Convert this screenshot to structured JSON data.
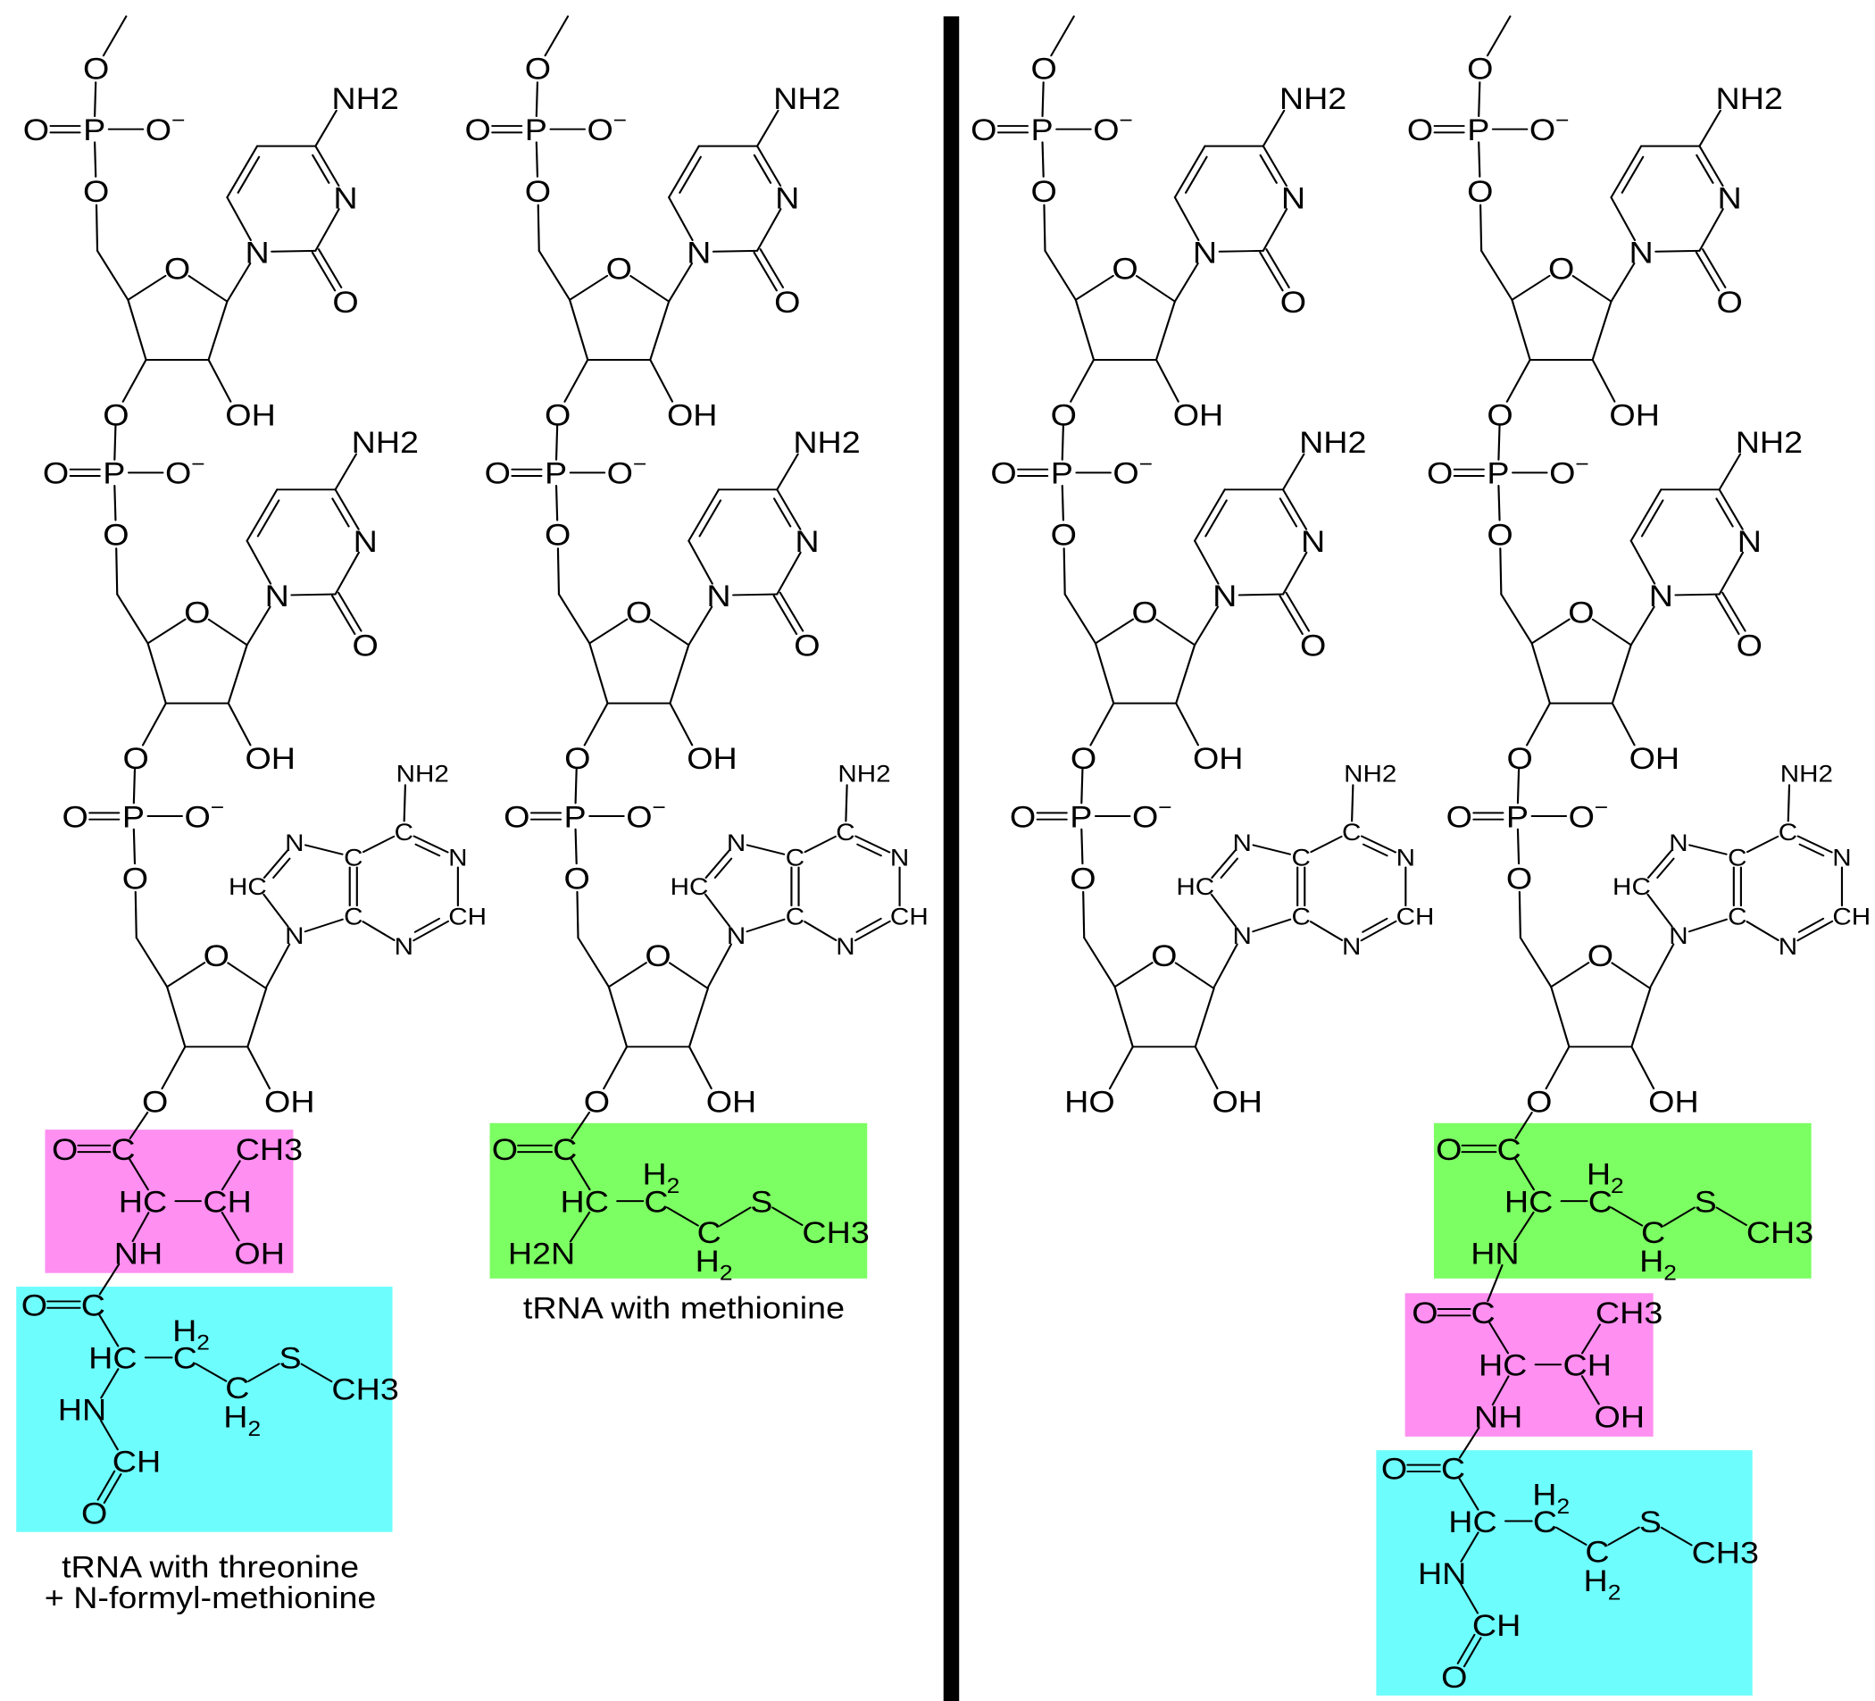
{
  "atoms": {
    "O": "O",
    "P": "P",
    "Om": "O-",
    "OH": "OH",
    "HO": "HO",
    "N": "N",
    "NH2": "NH2",
    "C": "C",
    "HC": "HC",
    "CH": "CH",
    "CH3": "CH3",
    "H2": "H2",
    "S": "S",
    "NH": "NH",
    "HN": "HN",
    "H2N": "H2N"
  },
  "captions": {
    "threonine_fmet_line1": "tRNA with threonine",
    "threonine_fmet_line2": "+ N-formyl-methionine",
    "methionine": "tRNA with methionine"
  },
  "colors": {
    "threonine": "#FF8FF1",
    "methionine": "#7CFF62",
    "formyl_methionine": "#6EFDFD",
    "divider": "#000000"
  }
}
